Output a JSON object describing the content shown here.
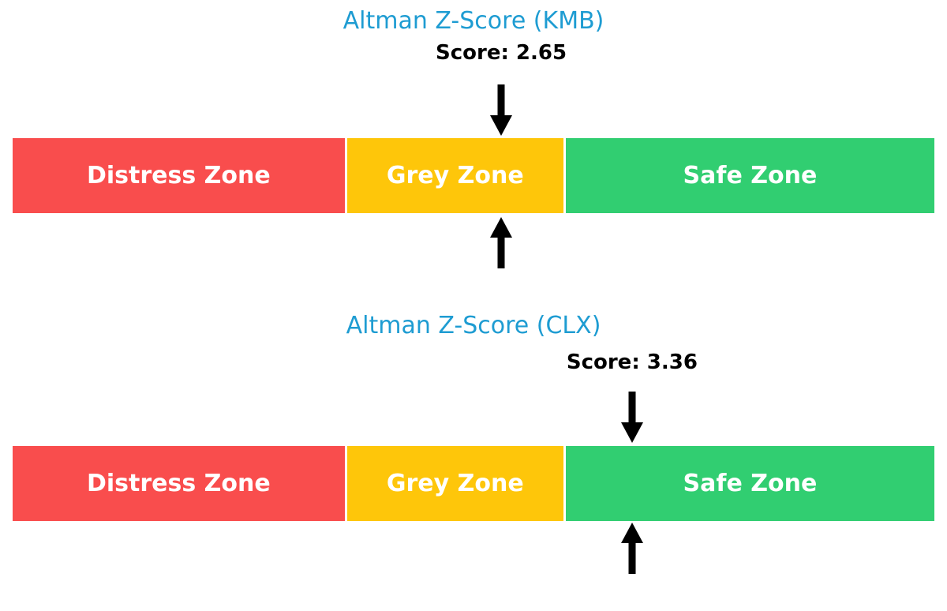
{
  "figure": {
    "background": "#FFFFFF"
  },
  "colors": {
    "title_blue": "#1E9CD2",
    "score_text": "#000000",
    "arrow": "#000000",
    "zone_label_text": "#FFFFFF",
    "distress_red": "#F94D4D",
    "grey_zone_yellow": "#FEC60A",
    "safe_green": "#31CE71"
  },
  "chart_data": [
    {
      "type": "bar",
      "title": "Altman Z-Score (KMB)",
      "ticker": "KMB",
      "score": 2.65,
      "score_label": "Score: 2.65",
      "axis_range": [
        0,
        5
      ],
      "grid": false,
      "legend_position": "none",
      "zones": [
        {
          "label": "Distress Zone",
          "from": 0,
          "to": 1.81,
          "color": "#F94D4D"
        },
        {
          "label": "Grey Zone",
          "from": 1.81,
          "to": 2.99,
          "color": "#FEC60A"
        },
        {
          "label": "Safe Zone",
          "from": 2.99,
          "to": 5,
          "color": "#31CE71"
        }
      ],
      "annotations": [
        {
          "type": "down-arrow",
          "at_score": 2.65
        },
        {
          "type": "up-arrow",
          "at_score": 2.65
        }
      ]
    },
    {
      "type": "bar",
      "title": "Altman Z-Score (CLX)",
      "ticker": "CLX",
      "score": 3.36,
      "score_label": "Score: 3.36",
      "axis_range": [
        0,
        5
      ],
      "grid": false,
      "legend_position": "none",
      "zones": [
        {
          "label": "Distress Zone",
          "from": 0,
          "to": 1.81,
          "color": "#F94D4D"
        },
        {
          "label": "Grey Zone",
          "from": 1.81,
          "to": 2.99,
          "color": "#FEC60A"
        },
        {
          "label": "Safe Zone",
          "from": 2.99,
          "to": 5,
          "color": "#31CE71"
        }
      ],
      "annotations": [
        {
          "type": "down-arrow",
          "at_score": 3.36
        },
        {
          "type": "up-arrow",
          "at_score": 3.36
        }
      ]
    }
  ]
}
